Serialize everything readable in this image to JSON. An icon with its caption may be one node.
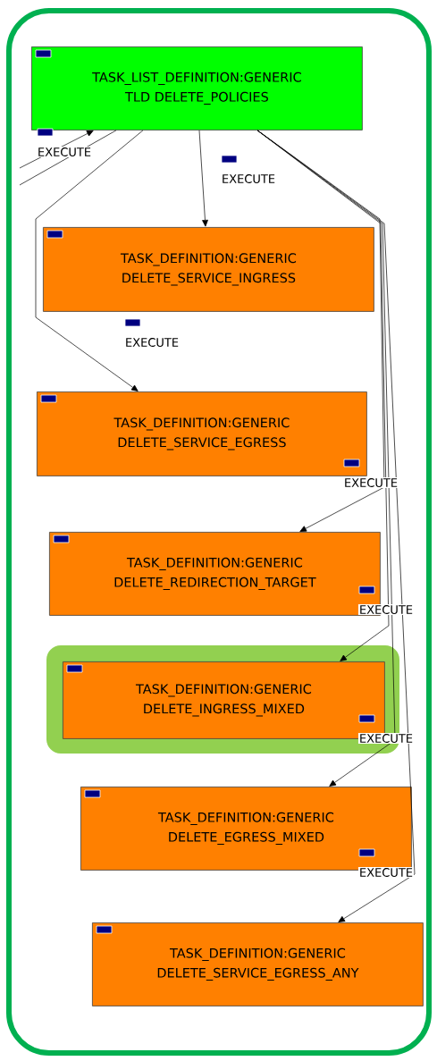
{
  "diagram": {
    "nodes": [
      {
        "text": [
          "TASK_LIST_DEFINITION:GENERIC",
          "TLD DELETE_POLICIES"
        ]
      },
      {
        "text": [
          "TASK_DEFINITION:GENERIC",
          "DELETE_SERVICE_INGRESS"
        ]
      },
      {
        "text": [
          "TASK_DEFINITION:GENERIC",
          "DELETE_SERVICE_EGRESS"
        ]
      },
      {
        "text": [
          "TASK_DEFINITION:GENERIC",
          "DELETE_REDIRECTION_TARGET"
        ]
      },
      {
        "text": [
          "TASK_DEFINITION:GENERIC",
          "DELETE_INGRESS_MIXED"
        ]
      },
      {
        "text": [
          "TASK_DEFINITION:GENERIC",
          "DELETE_EGRESS_MIXED"
        ]
      },
      {
        "text": [
          "TASK_DEFINITION:GENERIC",
          "DELETE_SERVICE_EGRESS_ANY"
        ]
      }
    ],
    "edges": [
      {
        "from": null,
        "to": 0,
        "arrow": "to",
        "label": "EXECUTE"
      },
      {
        "from": 0,
        "to": null,
        "arrow": "none"
      },
      {
        "from": 0,
        "to": 1,
        "arrow": "to",
        "label": "EXECUTE"
      },
      {
        "from": 0,
        "to": 2,
        "arrow": "to",
        "label": "EXECUTE"
      },
      {
        "from": 0,
        "to": 3,
        "arrow": "to",
        "label": "EXECUTE"
      },
      {
        "from": 0,
        "to": 4,
        "arrow": "to",
        "label": "EXECUTE"
      },
      {
        "from": 0,
        "to": 5,
        "arrow": "to",
        "label": "EXECUTE"
      },
      {
        "from": 0,
        "to": 6,
        "arrow": "to",
        "label": "EXECUTE"
      }
    ]
  }
}
